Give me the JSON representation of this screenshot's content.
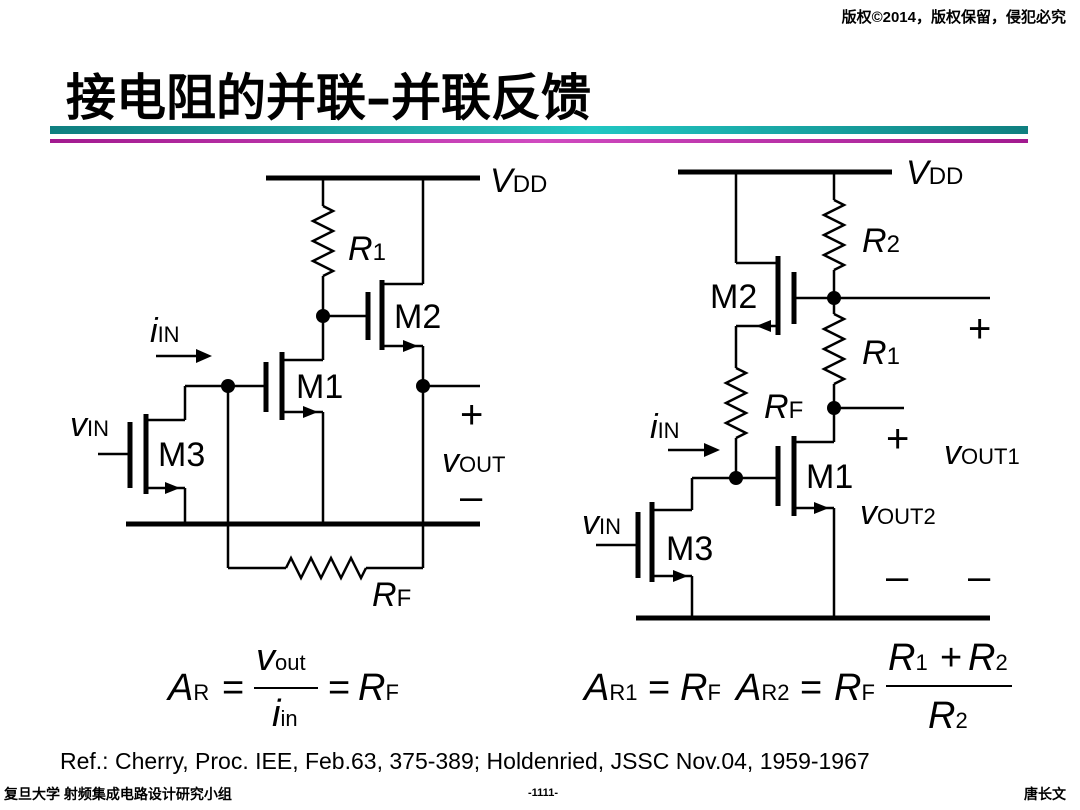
{
  "header": {
    "copyright": "版权©2014，版权保留，侵犯必究",
    "title": "接电阻的并联–并联反馈"
  },
  "left_circuit": {
    "vdd": {
      "main": "V",
      "sub": "DD"
    },
    "r1": {
      "main": "R",
      "sub": "1"
    },
    "m1": "M1",
    "m2": "M2",
    "m3": "M3",
    "iin": {
      "main": "i",
      "sub": "IN"
    },
    "vin": {
      "main": "v",
      "sub": "IN"
    },
    "plus": "+",
    "minus": "–",
    "vout": {
      "main": "v",
      "sub": "OUT"
    },
    "rf": {
      "main": "R",
      "sub": "F"
    }
  },
  "right_circuit": {
    "vdd": {
      "main": "V",
      "sub": "DD"
    },
    "r2": {
      "main": "R",
      "sub": "2"
    },
    "r1": {
      "main": "R",
      "sub": "1"
    },
    "rf": {
      "main": "R",
      "sub": "F"
    },
    "m1": "M1",
    "m2": "M2",
    "m3": "M3",
    "iin": {
      "main": "i",
      "sub": "IN"
    },
    "vin": {
      "main": "v",
      "sub": "IN"
    },
    "plus": "+",
    "minus": "–",
    "vout1": {
      "main": "v",
      "sub": "OUT1"
    },
    "vout2": {
      "main": "v",
      "sub": "OUT2"
    }
  },
  "equations": {
    "left": {
      "ar": {
        "main": "A",
        "sub": "R"
      },
      "eq": "=",
      "num": {
        "main": "v",
        "sub": "out"
      },
      "den": {
        "main": "i",
        "sub": "in"
      },
      "rf": {
        "main": "R",
        "sub": "F"
      }
    },
    "right": {
      "ar1": {
        "main": "A",
        "sub": "R1"
      },
      "rf": {
        "main": "R",
        "sub": "F"
      },
      "ar2": {
        "main": "A",
        "sub": "R2"
      },
      "eq": "=",
      "r1": {
        "main": "R",
        "sub": "1"
      },
      "plus": "+",
      "r2": {
        "main": "R",
        "sub": "2"
      }
    }
  },
  "reference": "Ref.: Cherry, Proc. IEE, Feb.63, 375-389; Holdenried, JSSC Nov.04, 1959-1967",
  "footer": {
    "left": "复旦大学 射频集成电路设计研究小组",
    "page": "-1111-",
    "right": "唐长文"
  }
}
